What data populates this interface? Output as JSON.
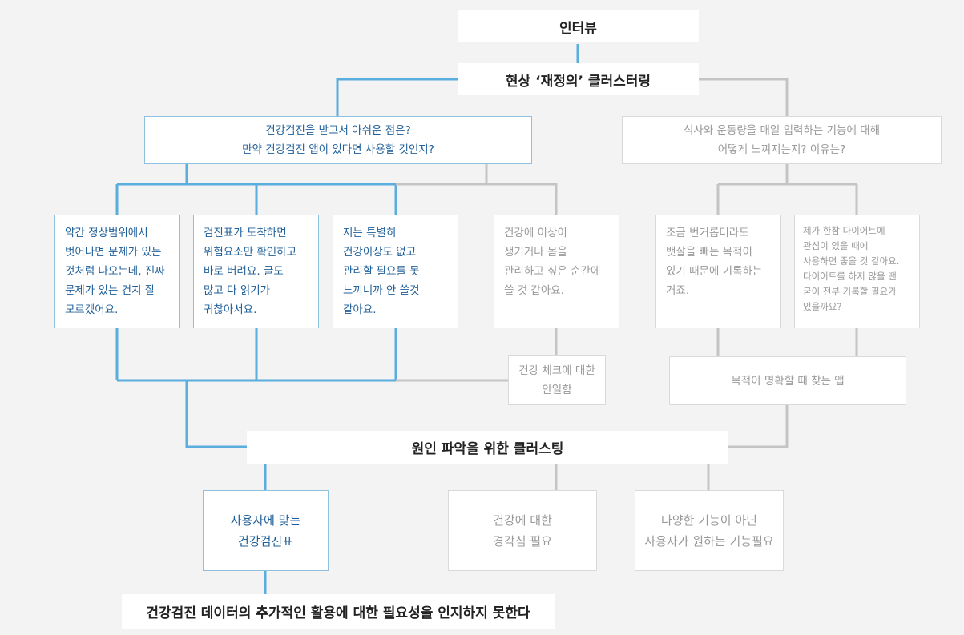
{
  "headers": {
    "interview": "인터뷰",
    "reframe_clustering": "현상 ‘재정의’ 클러스터링",
    "cause_clustering": "원인 파악을 위한 클러스팅",
    "conclusion": "건강검진 데이터의 추가적인 활용에 대한 필요성을 인지하지 못한다"
  },
  "questions": {
    "checkup": "건강검진을 받고서 아쉬운 점은?\n만약 건강검진 앱이 있다면 사용할 것인지?",
    "diet_input": "식사와 운동량을 매일 입력하는 기능에 대해\n어떻게 느껴지는지? 이유는?"
  },
  "answers": {
    "a1": "약간 정상범위에서\n벗어나면 문제가 있는\n것처럼 나오는데, 진짜\n문제가 있는 건지 잘\n모르겠어요.",
    "a2": "검진표가 도착하면\n위험요소만 확인하고\n바로 버려요. 글도\n많고 다 읽기가\n귀찮아서요.",
    "a3": "저는 특별히\n건강이상도 없고\n관리할 필요를 못\n느끼니까 안 쓸것\n같아요.",
    "a4": "건강에 이상이\n생기거나 몸을\n관리하고 싶은 순간에\n쓸 것 같아요.",
    "a5": "조금 번거롭더라도\n뱃살을 빼는 목적이\n있기 때문에 기록하는\n거죠.",
    "a6": "제가 한참 다이어트에\n관심이 있을 때에\n사용하면 좋을 것 같아요.\n다이어트를 하지 않을 땐\n굳이 전부 기록할 필요가\n있을까요?"
  },
  "insights": {
    "complacency": "건강 체크에 대한\n안일함",
    "purpose_app": "목적이 명확할 때 찾는 앱"
  },
  "results": {
    "custom_report": "사용자에 맞는\n건강검진표",
    "health_alert": "건강에 대한\n경각심 필요",
    "wanted_features": "다양한 기능이 아닌\n사용자가 원하는 기능필요"
  },
  "colors": {
    "blue_line": "#5aaedd",
    "gray_line": "#c4c4c4",
    "blue_text": "#1f5f99",
    "gray_text": "#999999",
    "background": "#f3f3f3"
  }
}
